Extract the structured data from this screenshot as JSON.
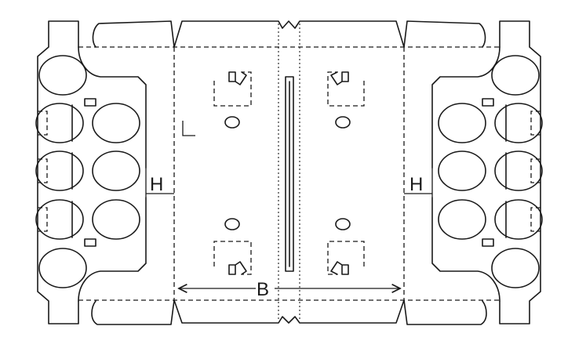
{
  "diagram": {
    "labels": {
      "L": "L",
      "H_left": "H",
      "H_right": "H",
      "B": "B"
    }
  }
}
